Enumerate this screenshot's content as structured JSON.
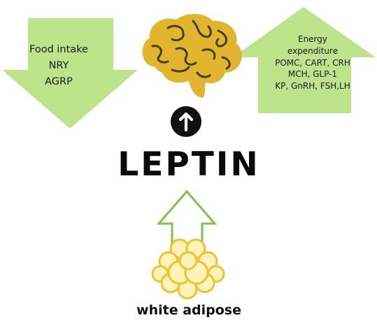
{
  "colors": {
    "arrow_green": "#bde48a",
    "arrow_outline": "#7dc24b",
    "brain_yellow": "#e2b52f",
    "brain_groove": "#4a3a10",
    "fat_fill": "#fff3b8",
    "fat_stroke": "#eec233",
    "circle_black": "#111111"
  },
  "left_arrow": {
    "lines": [
      "Food intake",
      "NRY",
      "AGRP"
    ]
  },
  "right_arrow": {
    "lines": [
      "Energy",
      "expenditure",
      "POMC, CART, CRH",
      "MCH, GLP-1",
      "KP, GnRH, FSH,LH"
    ]
  },
  "center": {
    "icon": "up-arrow-circle-icon",
    "title": "LEPTIN"
  },
  "adipose": {
    "icon": "fat-cells-icon",
    "label": "white adipose"
  },
  "brain": {
    "icon": "brain-icon"
  }
}
